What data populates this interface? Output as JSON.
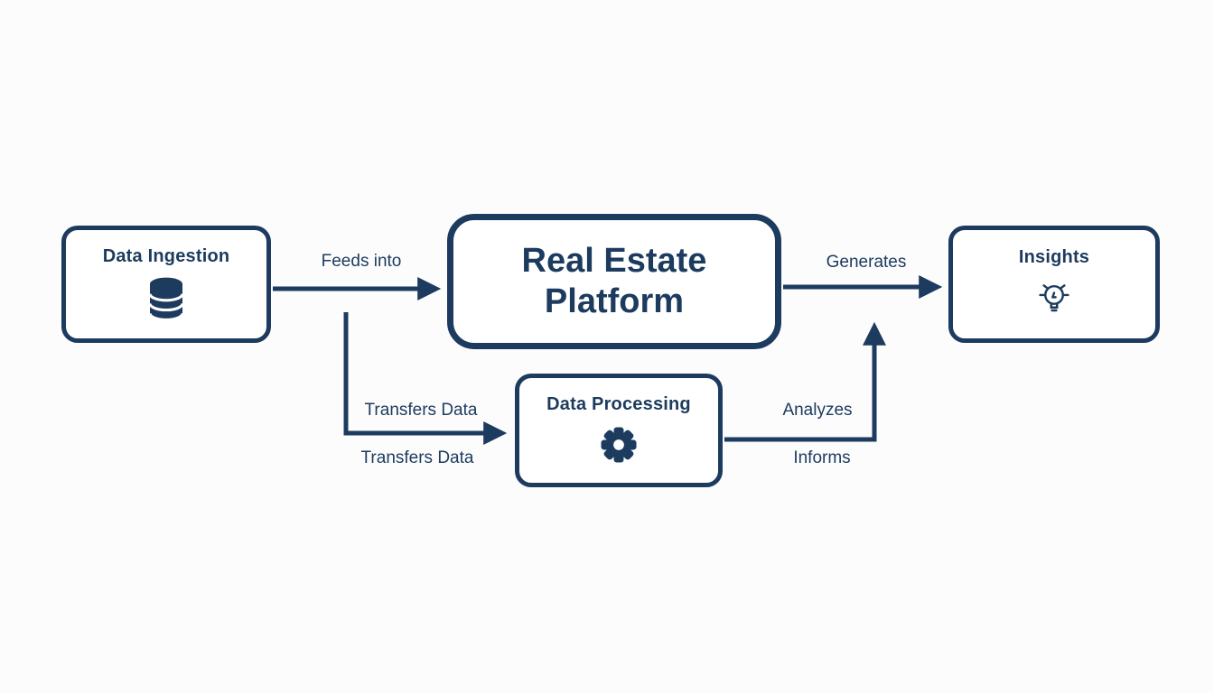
{
  "diagram": {
    "accent_color": "#1c3b5e",
    "background_color": "#fcfcfd",
    "nodes": {
      "data_ingestion": {
        "label": "Data Ingestion",
        "icon": "database-icon"
      },
      "platform": {
        "label_line1": "Real Estate",
        "label_line2": "Platform"
      },
      "insights": {
        "label": "Insights",
        "icon": "lightbulb-icon"
      },
      "data_processing": {
        "label": "Data Processing",
        "icon": "gear-icon"
      }
    },
    "edges": {
      "feeds_into": {
        "label": "Feeds into",
        "from": "data_ingestion",
        "to": "platform"
      },
      "generates": {
        "label": "Generates",
        "from": "platform",
        "to": "insights"
      },
      "transfers_data_1": {
        "label": "Transfers Data",
        "from": "data_ingestion",
        "to": "data_processing"
      },
      "transfers_data_2": {
        "label": "Transfers Data",
        "from": "data_ingestion",
        "to": "data_processing"
      },
      "analyzes": {
        "label": "Analyzes",
        "from": "data_processing",
        "to": "generates_arrow"
      },
      "informs": {
        "label": "Informs",
        "from": "data_processing",
        "to": "generates_arrow"
      }
    }
  }
}
